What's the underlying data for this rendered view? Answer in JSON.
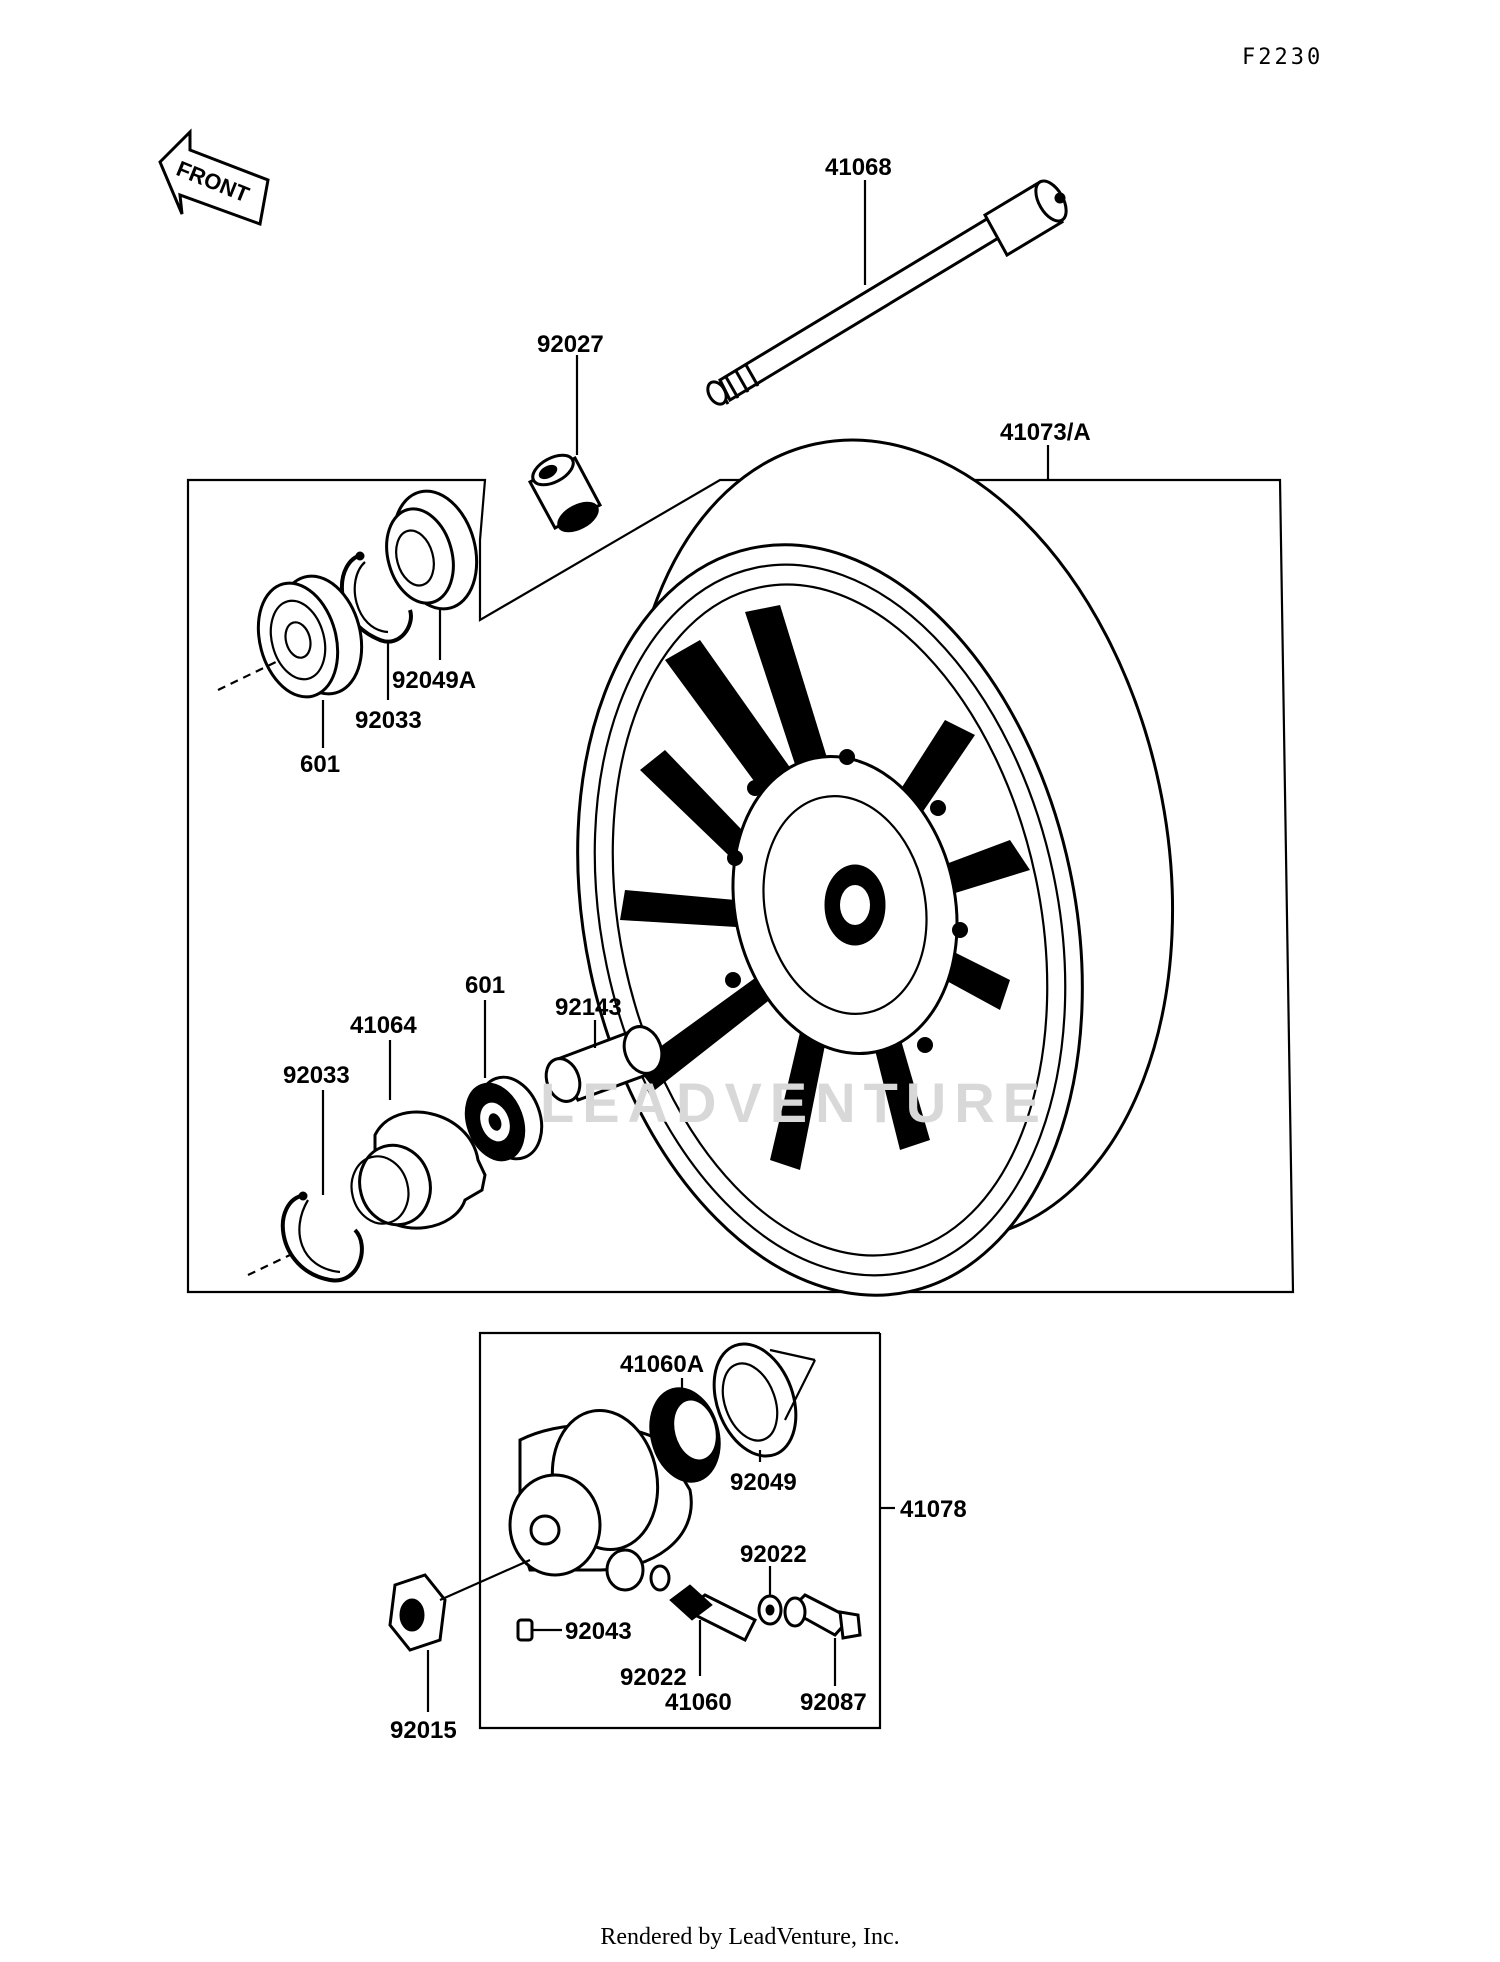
{
  "diagram": {
    "ref_code": "F2230",
    "front_label": "FRONT",
    "parts": {
      "axle": "41068",
      "collar_top": "92027",
      "wheel": "41073/A",
      "seal_top": "92049A",
      "circlip_top": "92033",
      "bearing_top": "601",
      "bearing_mid": "601",
      "spacer": "92143",
      "plate": "41064",
      "circlip_bottom": "92033",
      "gear": "41060A",
      "seal_meter": "92049",
      "meter_gear_assy": "41078",
      "washer_a": "92022",
      "washer_b": "92022",
      "pin": "92043",
      "pinion": "41060",
      "bushing": "92087",
      "nut": "92015"
    }
  },
  "footer": "Rendered by LeadVenture, Inc.",
  "watermark": "LEADVENTURE"
}
